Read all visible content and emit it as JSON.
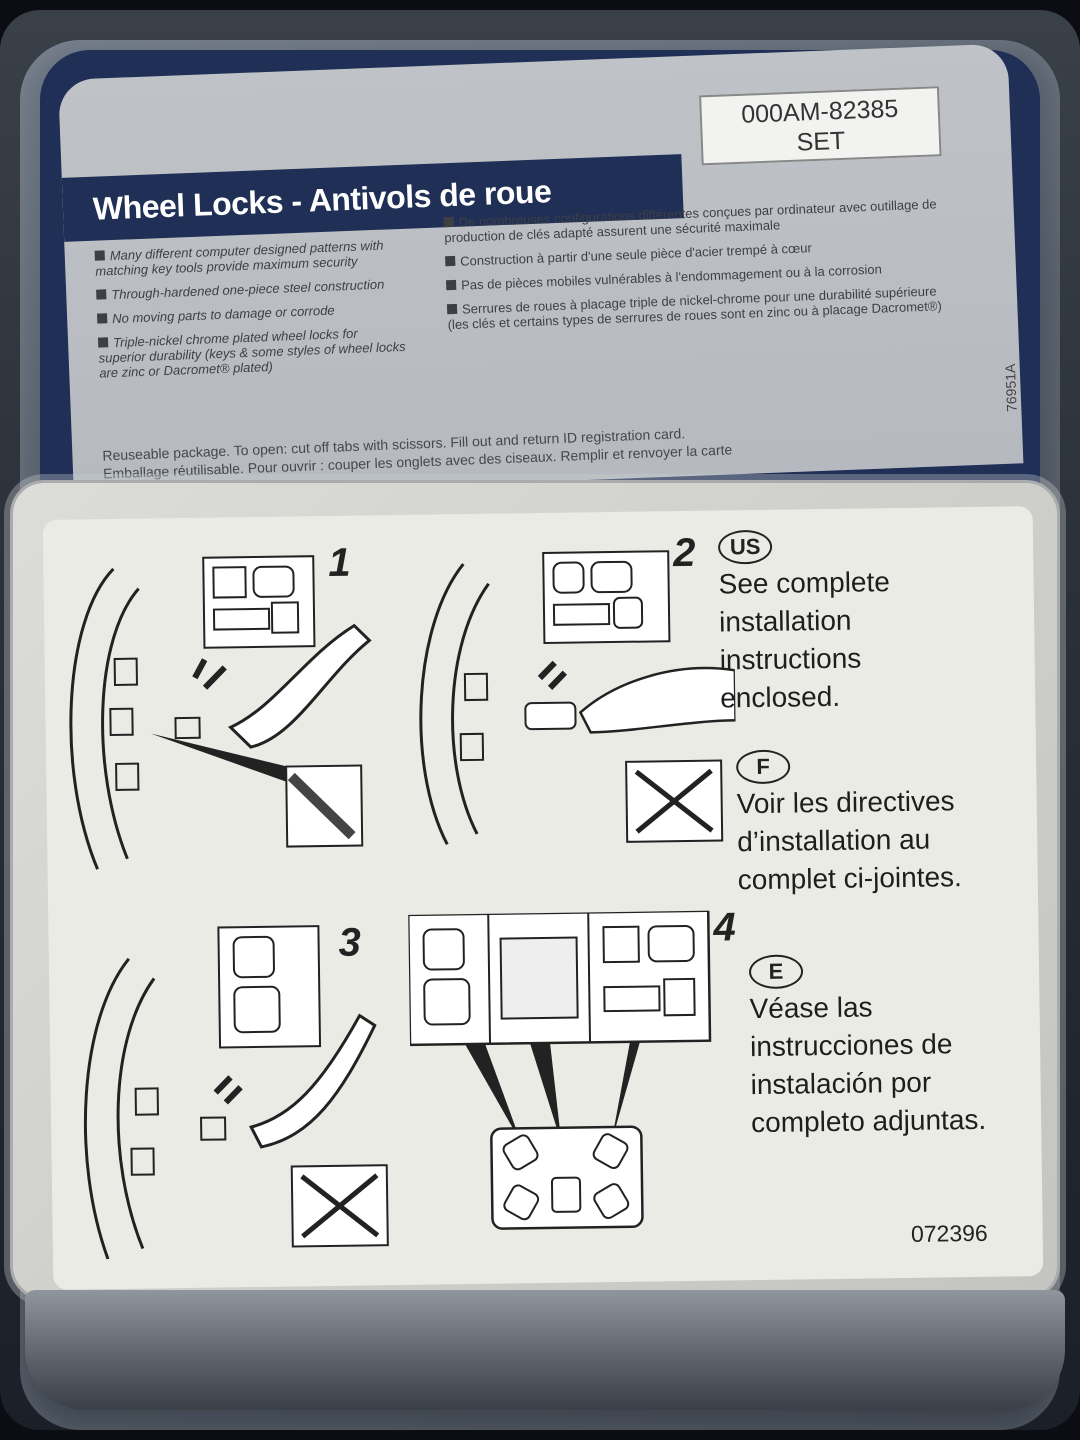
{
  "product": {
    "part_number": "000AM-82385",
    "set_label": "SET",
    "title": "Wheel Locks - Antivols de roue",
    "side_code": "76951A"
  },
  "features_en": [
    "Many different computer designed patterns with matching key tools provide maximum security",
    "Through-hardened one-piece steel construction",
    "No moving parts to damage or corrode",
    "Triple-nickel chrome plated wheel locks for superior durability (keys & some styles of wheel locks are zinc or Dacromet® plated)"
  ],
  "features_fr": [
    "De nombreuses configurations différentes conçues par ordinateur avec outillage de production de clés adapté assurent une sécurité maximale",
    "Construction à partir d'une seule pièce d'acier trempé à cœur",
    "Pas de pièces mobiles vulnérables à l'endommagement ou à la corrosion",
    "Serrures de roues à placage triple de nickel-chrome pour une durabilité supérieure (les clés et certains types de serrures de roues sont en zinc ou à placage Dacromet®)"
  ],
  "reuse_en": "Reuseable package. To open: cut off tabs with scissors. Fill out and return ID registration card.",
  "reuse_fr": "Emballage réutilisable. Pour ouvrir : couper les onglets avec des ciseaux. Remplir et renvoyer la carte",
  "instructions": {
    "steps": [
      "1",
      "2",
      "3",
      "4"
    ],
    "us": {
      "badge": "US",
      "text": "See complete installation instructions enclosed."
    },
    "fr": {
      "badge": "F",
      "text": "Voir les directives d’installation au complet ci-jointes."
    },
    "es": {
      "badge": "E",
      "text": "Véase las instrucciones de instalación por completo adjuntas."
    },
    "card_code": "072396"
  }
}
